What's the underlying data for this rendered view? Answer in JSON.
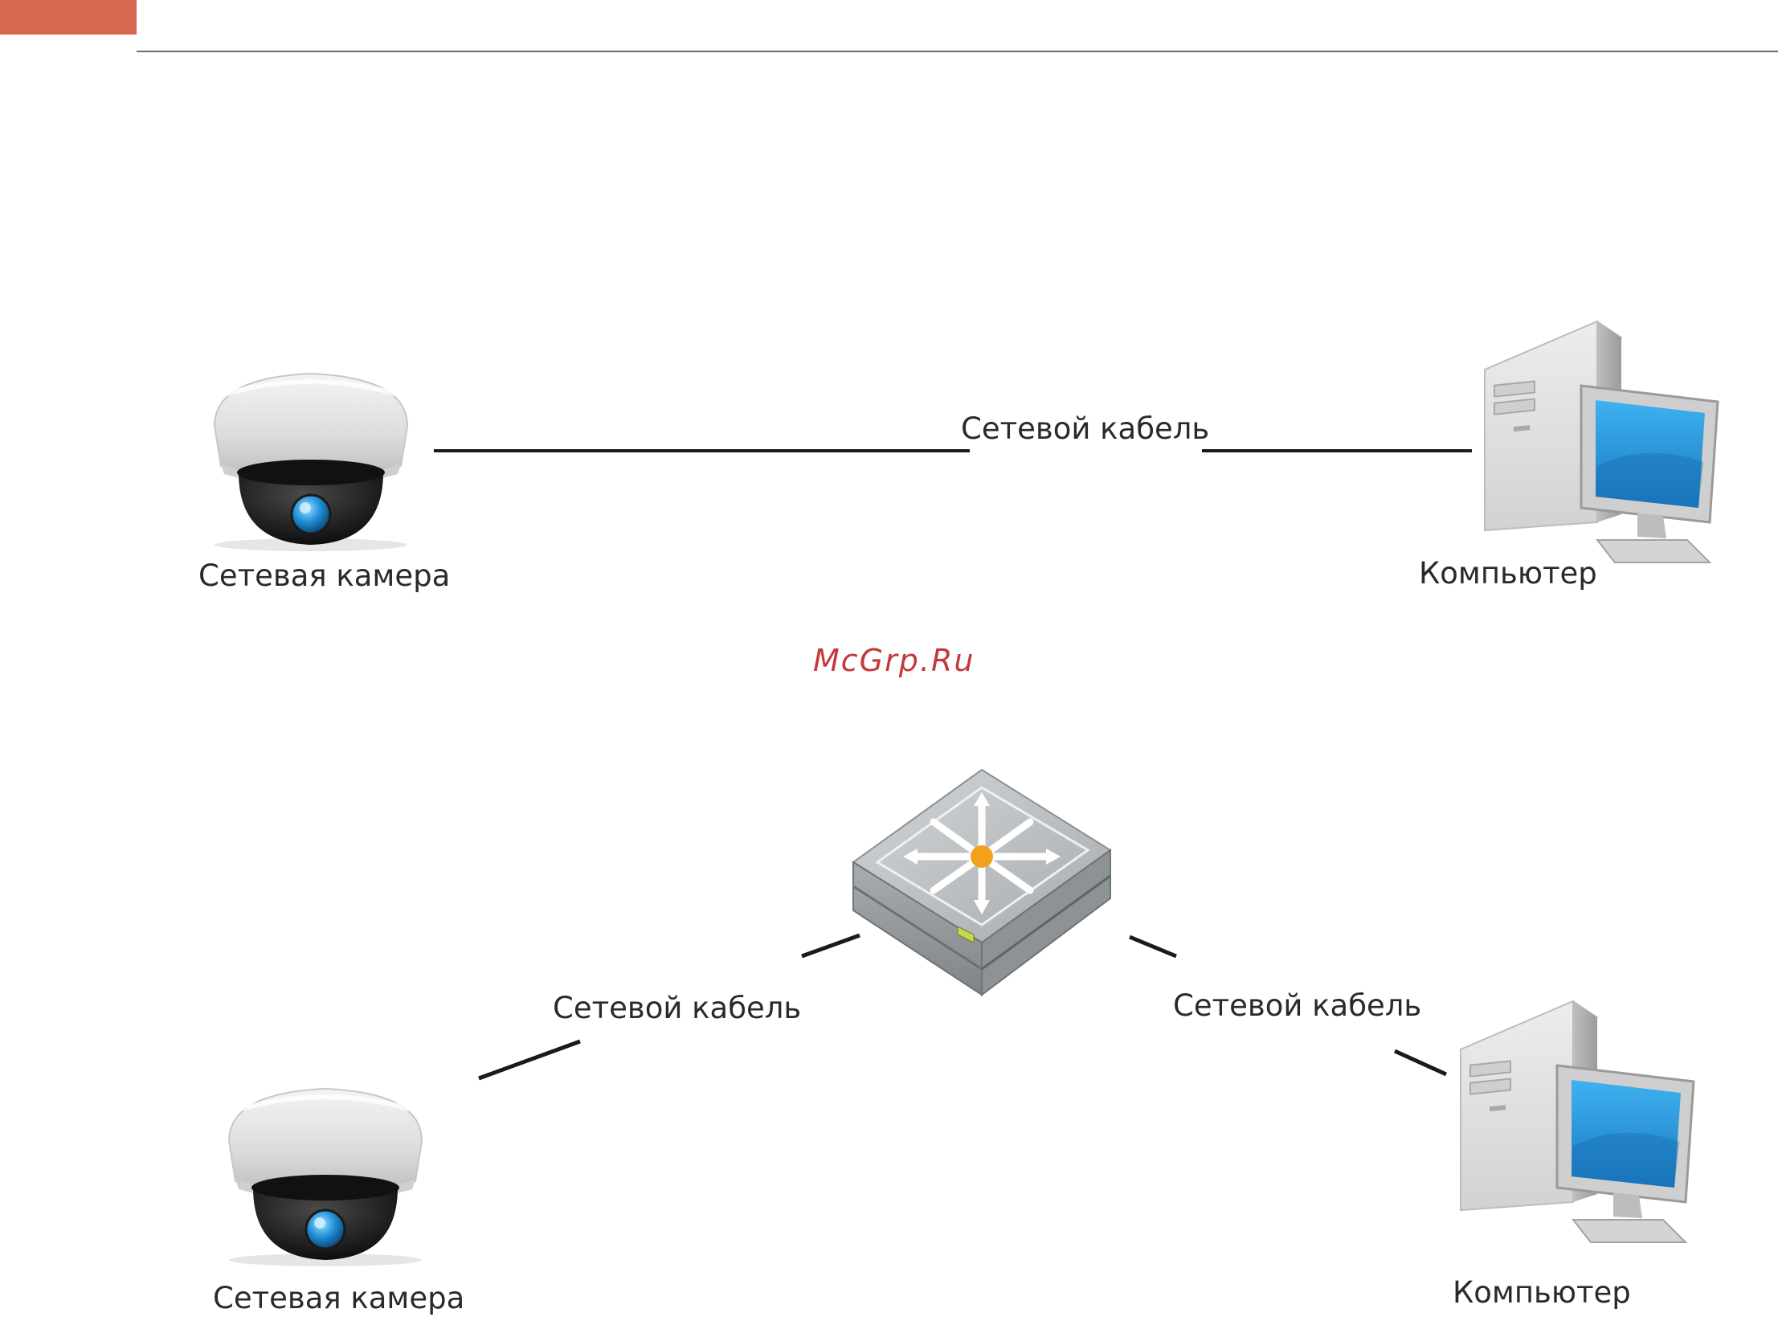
{
  "colors": {
    "accent": "#d5694f",
    "rule": "#6d6d6d",
    "cable": "#1a1a1a",
    "watermark": "#c23a3a",
    "screen": "#2a9ae0"
  },
  "icons": {
    "camera": "dome-camera-icon",
    "computer": "desktop-computer-icon",
    "switch": "network-switch-icon"
  },
  "watermark": "McGrp.Ru",
  "diagram_direct": {
    "camera_label": "Сетевая камера",
    "cable_label": "Сетевой кабель",
    "computer_label": "Компьютер"
  },
  "diagram_switch": {
    "camera_label": "Сетевая камера",
    "cable_left_label": "Сетевой кабель",
    "cable_right_label": "Сетевой кабель",
    "computer_label": "Компьютер"
  }
}
